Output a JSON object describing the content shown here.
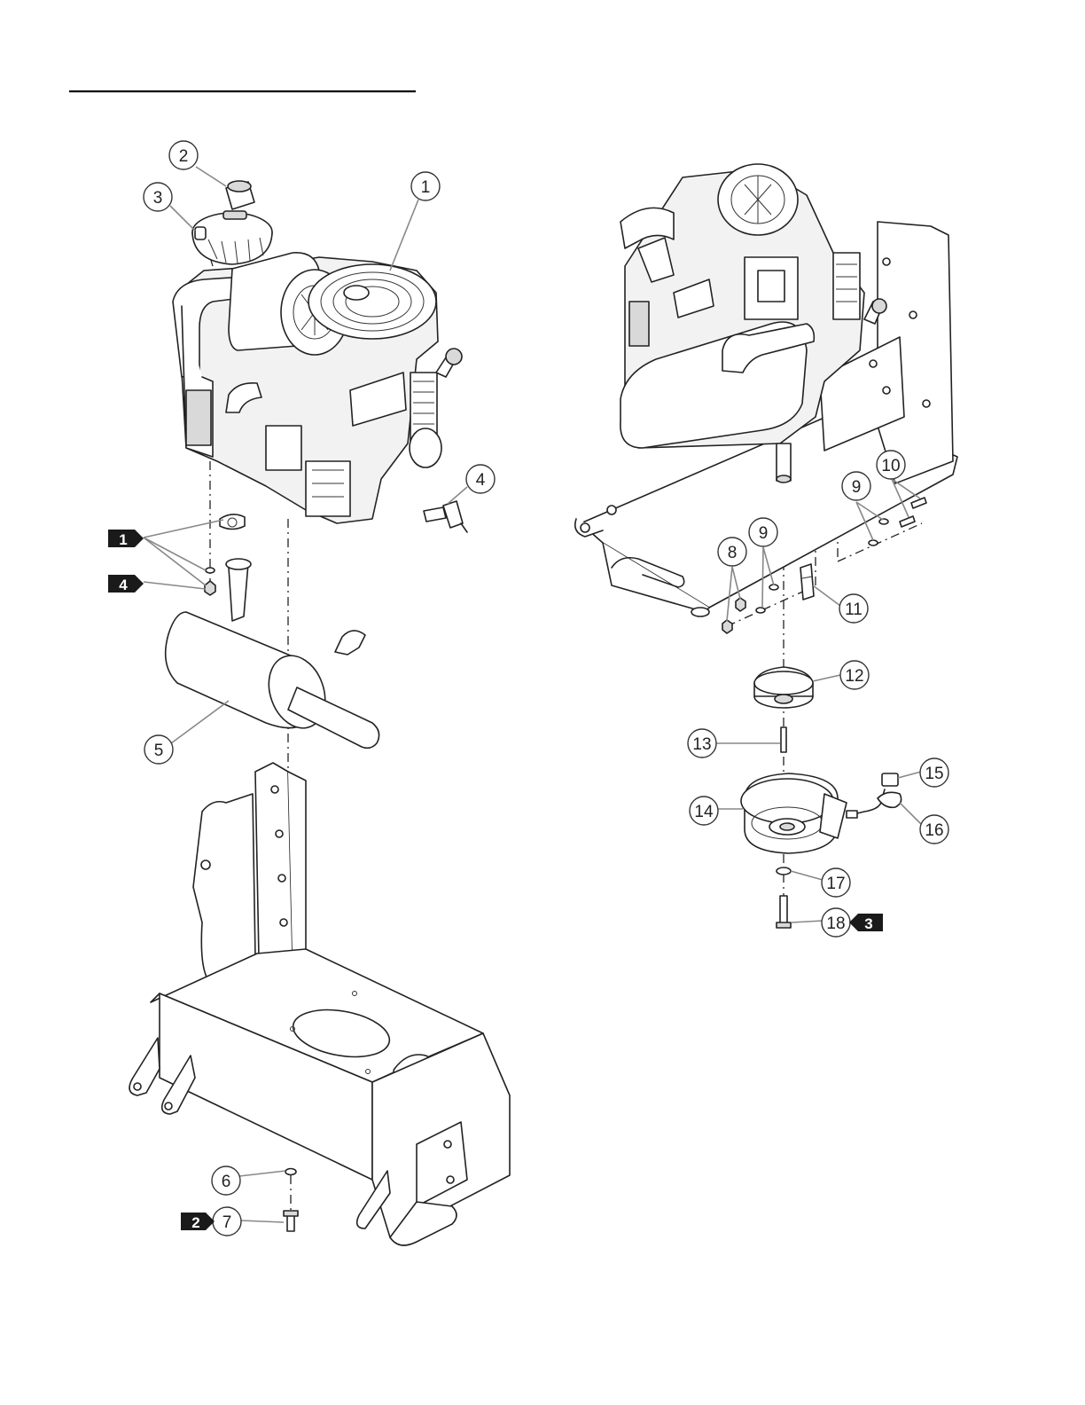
{
  "callouts": [
    "1",
    "2",
    "3",
    "4",
    "5",
    "6",
    "7",
    "8",
    "9",
    "9",
    "10",
    "11",
    "12",
    "13",
    "14",
    "15",
    "16",
    "17",
    "18"
  ],
  "tags": [
    "1",
    "4",
    "2",
    "3"
  ],
  "engine_badge_text": "",
  "colors": {
    "ink": "#222222",
    "leader": "#888888",
    "tag": "#1a1a1a"
  }
}
